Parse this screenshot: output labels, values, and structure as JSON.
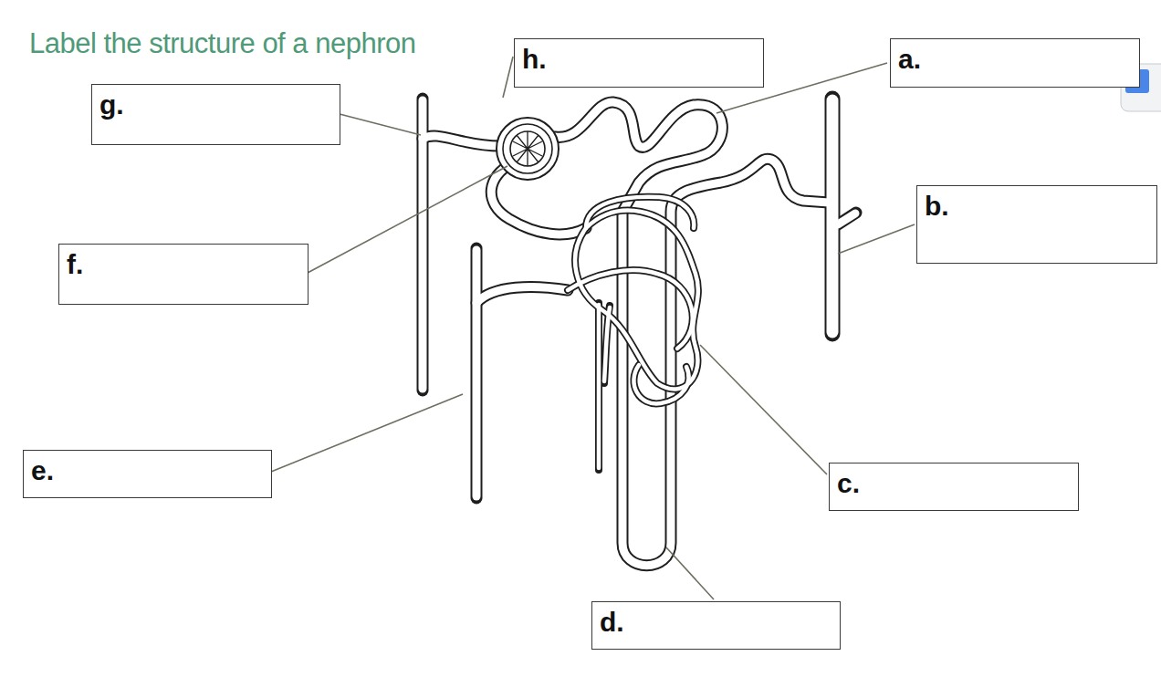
{
  "diagram": {
    "title": "Label the structure of a nephron",
    "nodes": [
      {
        "text": [
          "h."
        ]
      },
      {
        "text": [
          "a."
        ]
      },
      {
        "text": [
          "g."
        ]
      },
      {
        "text": [
          "b."
        ]
      },
      {
        "text": [
          "f."
        ]
      },
      {
        "text": [
          "e."
        ]
      },
      {
        "text": [
          "c."
        ]
      },
      {
        "text": [
          "d."
        ]
      }
    ]
  }
}
